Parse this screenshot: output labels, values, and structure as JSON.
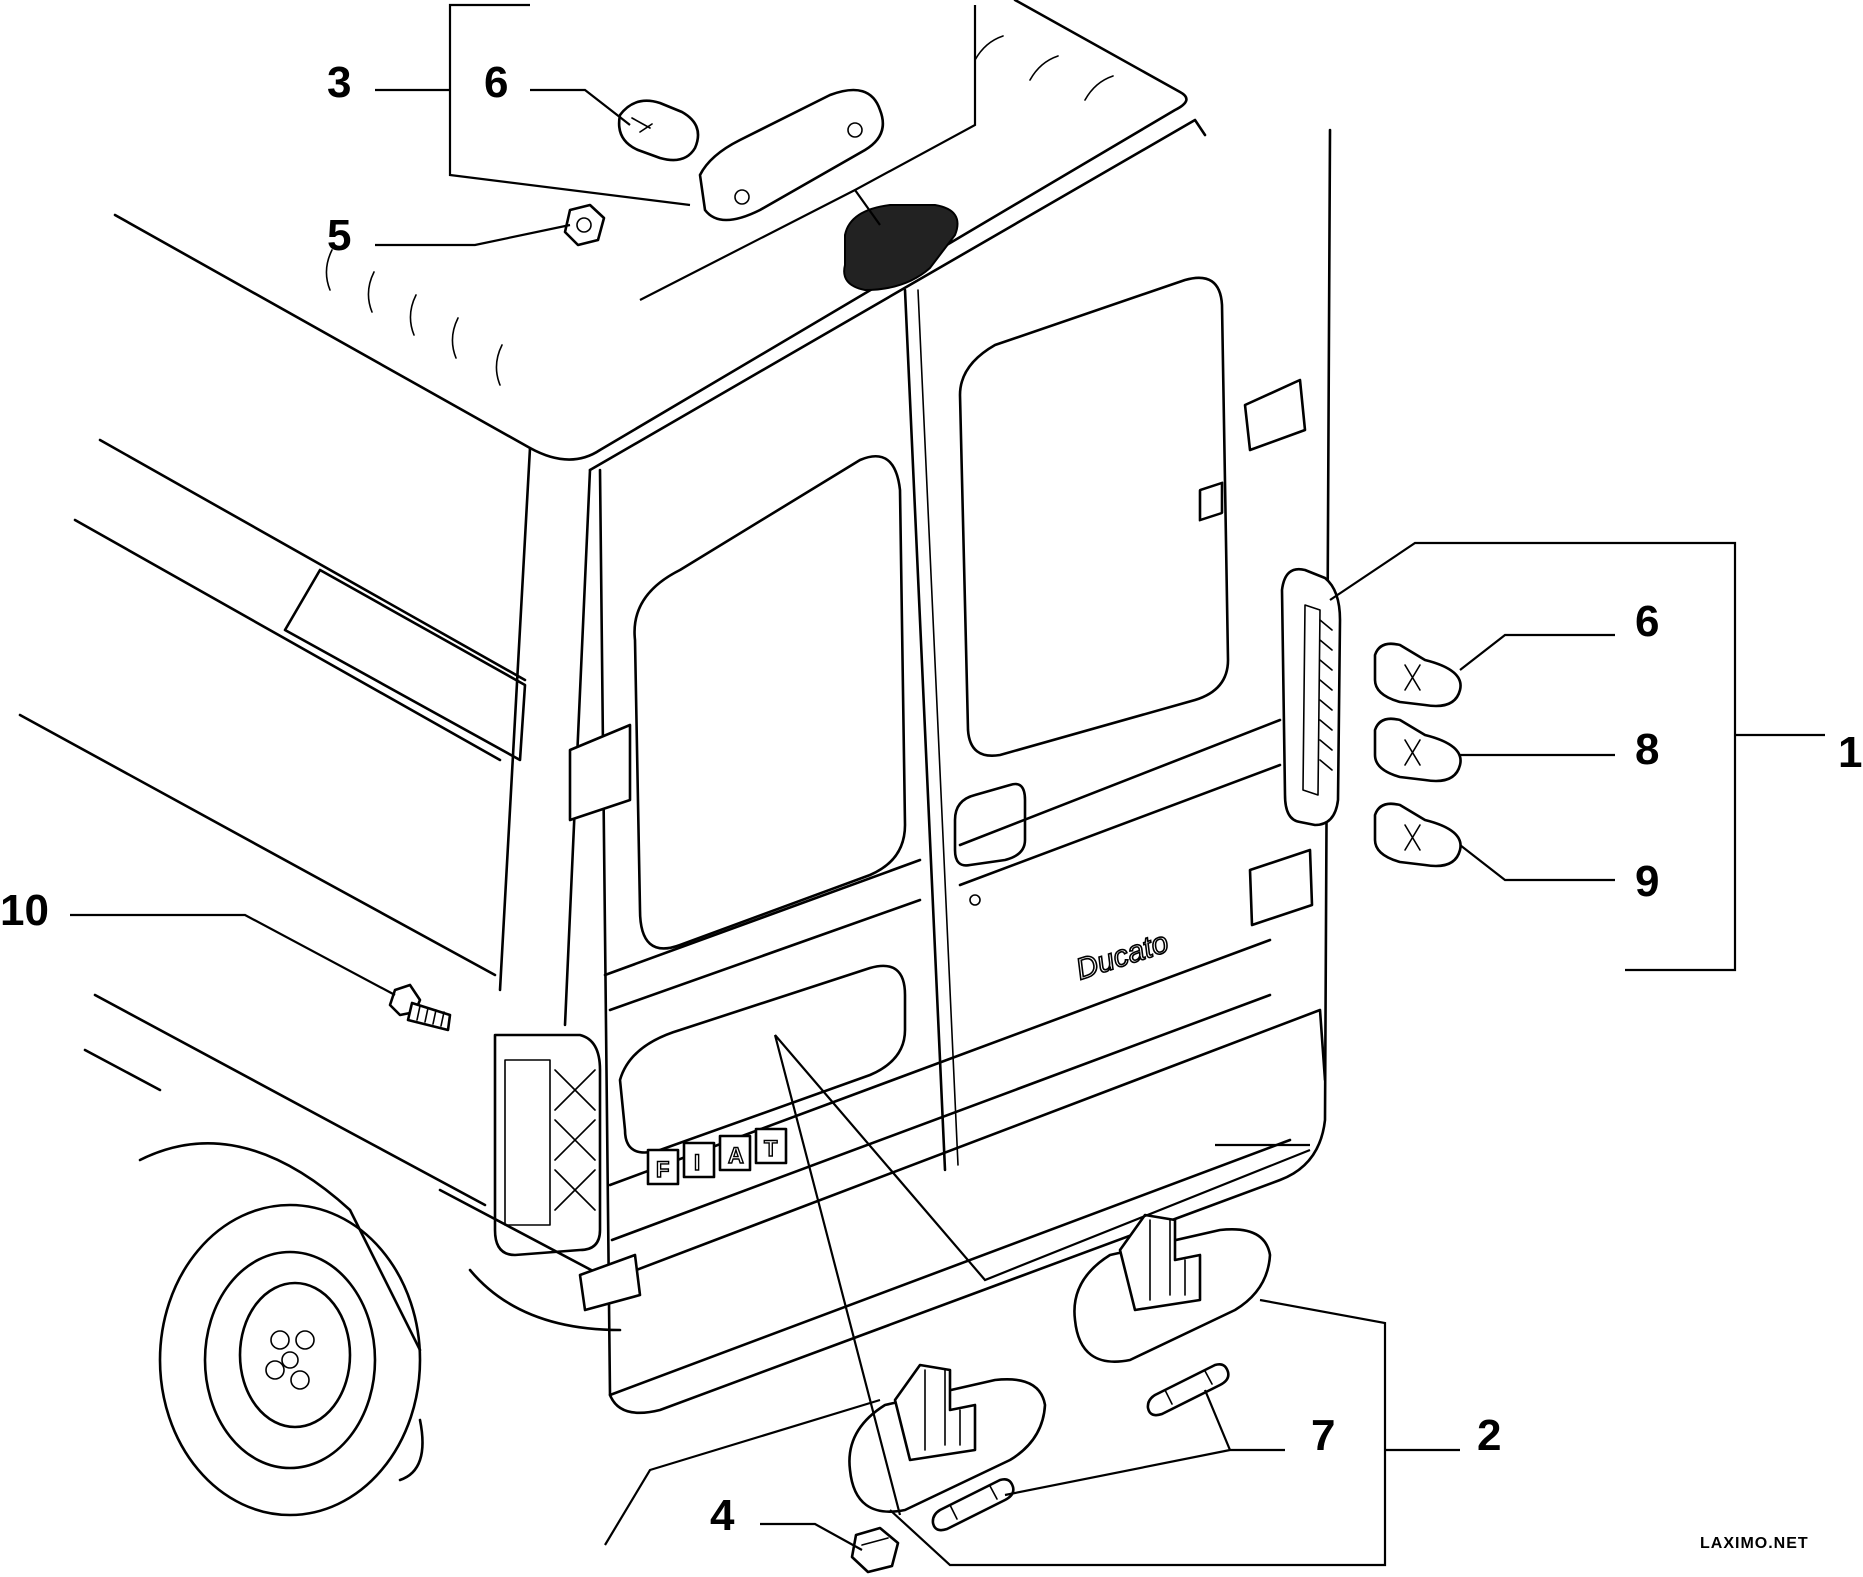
{
  "diagram": {
    "callouts": [
      {
        "id": "c3",
        "label": "3"
      },
      {
        "id": "c6top",
        "label": "6"
      },
      {
        "id": "c5",
        "label": "5"
      },
      {
        "id": "c1",
        "label": "1"
      },
      {
        "id": "c6right",
        "label": "6"
      },
      {
        "id": "c8",
        "label": "8"
      },
      {
        "id": "c9",
        "label": "9"
      },
      {
        "id": "c10",
        "label": "10"
      },
      {
        "id": "c2",
        "label": "2"
      },
      {
        "id": "c7",
        "label": "7"
      },
      {
        "id": "c4",
        "label": "4"
      }
    ],
    "vehicle_badge": "Ducato",
    "brand_letters": [
      "F",
      "I",
      "A",
      "T"
    ],
    "watermark": "LAXIMO.NET"
  }
}
